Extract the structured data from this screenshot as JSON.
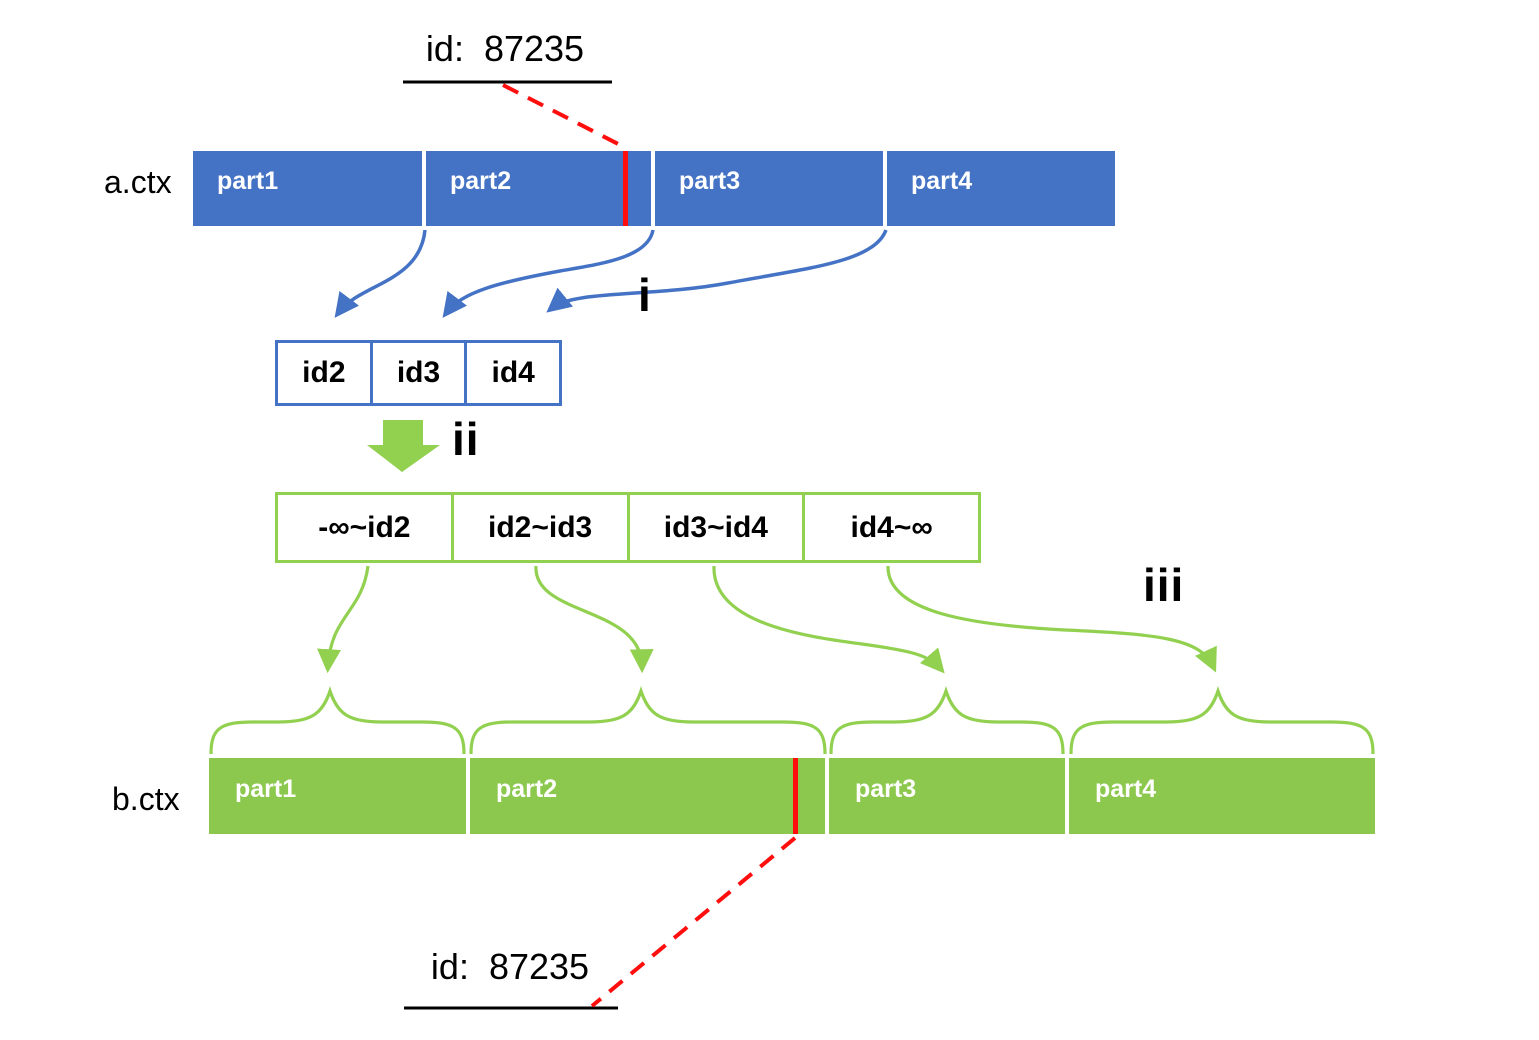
{
  "labels": {
    "top_id": "id:  87235",
    "bottom_id": "id:  87235",
    "a_ctx": "a.ctx",
    "b_ctx": "b.ctx",
    "step_i": "i",
    "step_ii": "ii",
    "step_iii": "iii"
  },
  "a_bar": {
    "parts": [
      "part1",
      "part2",
      "part3",
      "part4"
    ]
  },
  "b_bar": {
    "parts": [
      "part1",
      "part2",
      "part3",
      "part4"
    ]
  },
  "id_table": {
    "cells": [
      "id2",
      "id3",
      "id4"
    ]
  },
  "range_table": {
    "cells": [
      "-∞~id2",
      "id2~id3",
      "id3~id4",
      "id4~∞"
    ]
  },
  "colors": {
    "blue": "#4472C4",
    "green": "#92D050",
    "bar_green": "#8CC84E",
    "red": "#FF0E0E",
    "ink": "#000000"
  }
}
